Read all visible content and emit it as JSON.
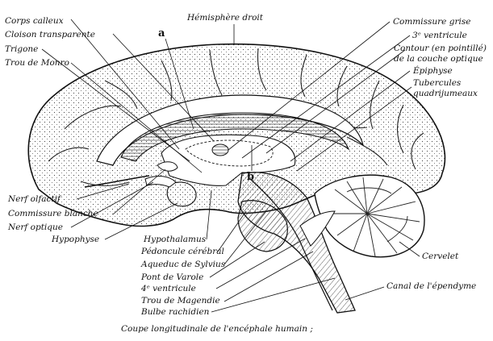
{
  "diagram": {
    "caption": "Coupe longitudinale de l'encéphale humain ;",
    "top_label": "Hémisphère droit",
    "letters": {
      "a": "a",
      "b": "b"
    },
    "left_top_labels": {
      "corps_calleux": "Corps calleux",
      "cloison": "Cloison transparente",
      "trigone": "Trigone",
      "trou_monro": "Trou de Monro"
    },
    "right_labels": {
      "commissure_grise": "Commissure grise",
      "ventricule3": "3ᵉ ventricule",
      "contour_line1": "Contour (en pointillé)",
      "contour_line2": "de la couche optique",
      "epiphyse": "Épiphyse",
      "tubercules_line1": "Tubercules",
      "tubercules_line2": "quadrijumeaux",
      "cervelet": "Cervelet",
      "canal_ependyme": "Canal de l'épendyme"
    },
    "left_bottom_labels": {
      "nerf_olfactif": "Nerf olfactif",
      "commissure_blanche": "Commissure blanche",
      "nerf_optique": "Nerf optique",
      "hypophyse": "Hypophyse"
    },
    "center_bottom_labels": {
      "hypothalamus": "Hypothalamus",
      "pedoncule": "Pédoncule cérébral",
      "aqueduc": "Aqueduc de Sylvius",
      "pont": "Pont de Varole",
      "ventricule4": "4ᵉ ventricule",
      "trou_magendie": "Trou de Magendie",
      "bulbe": "Bulbe rachidien"
    }
  }
}
